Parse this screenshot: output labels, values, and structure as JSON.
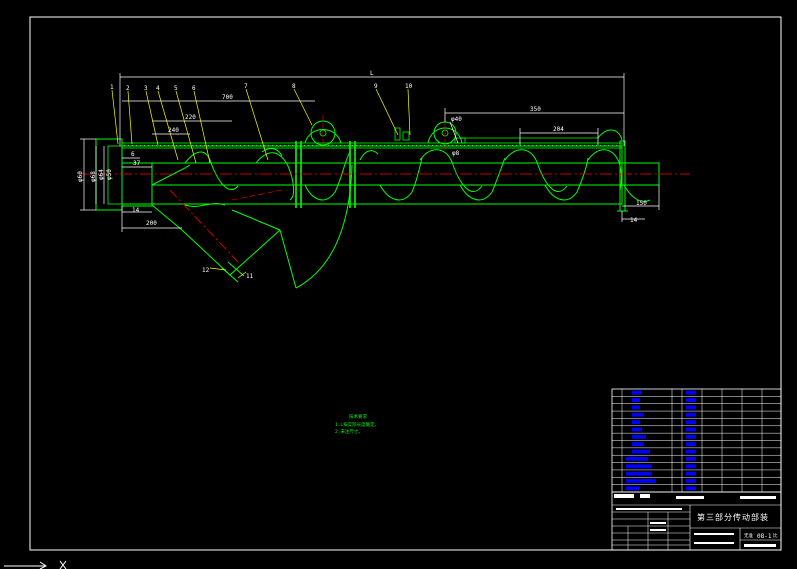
{
  "drawing": {
    "title_block": {
      "drawing_title": "第三部分传动部装",
      "drawing_no_prefix": "无准",
      "drawing_no": "08-1",
      "drawing_no_suffix": "比"
    },
    "tech_req": {
      "heading": "技术要求",
      "line1": "1.L按实际长度确定。",
      "line2": "2.未注尺寸。"
    },
    "dimensions": {
      "overall": "L",
      "d700": "700",
      "d350": "350",
      "d240": "240",
      "d220": "220",
      "d204": "204",
      "d37": "37",
      "d6": "6",
      "d14a": "14",
      "d14b": "14",
      "d200": "200",
      "d150": "150",
      "dia_phi40": "φ40",
      "dia_phi8": "φ8",
      "dia_phi50": "φ50",
      "dia_phi68": "φ68",
      "dia_phi64": "φ64",
      "dia_phi60": "φ60"
    },
    "part_labels": [
      "1",
      "2",
      "3",
      "4",
      "5",
      "6",
      "7",
      "8",
      "9",
      "10",
      "11",
      "12"
    ],
    "colors": {
      "background": "#000000",
      "frame": "#ffffff",
      "outline": "#00ff00",
      "centerline": "#ff0000",
      "dimension": "#ffffff",
      "leader": "#ffff00",
      "table_fill": "#0000ff"
    }
  }
}
